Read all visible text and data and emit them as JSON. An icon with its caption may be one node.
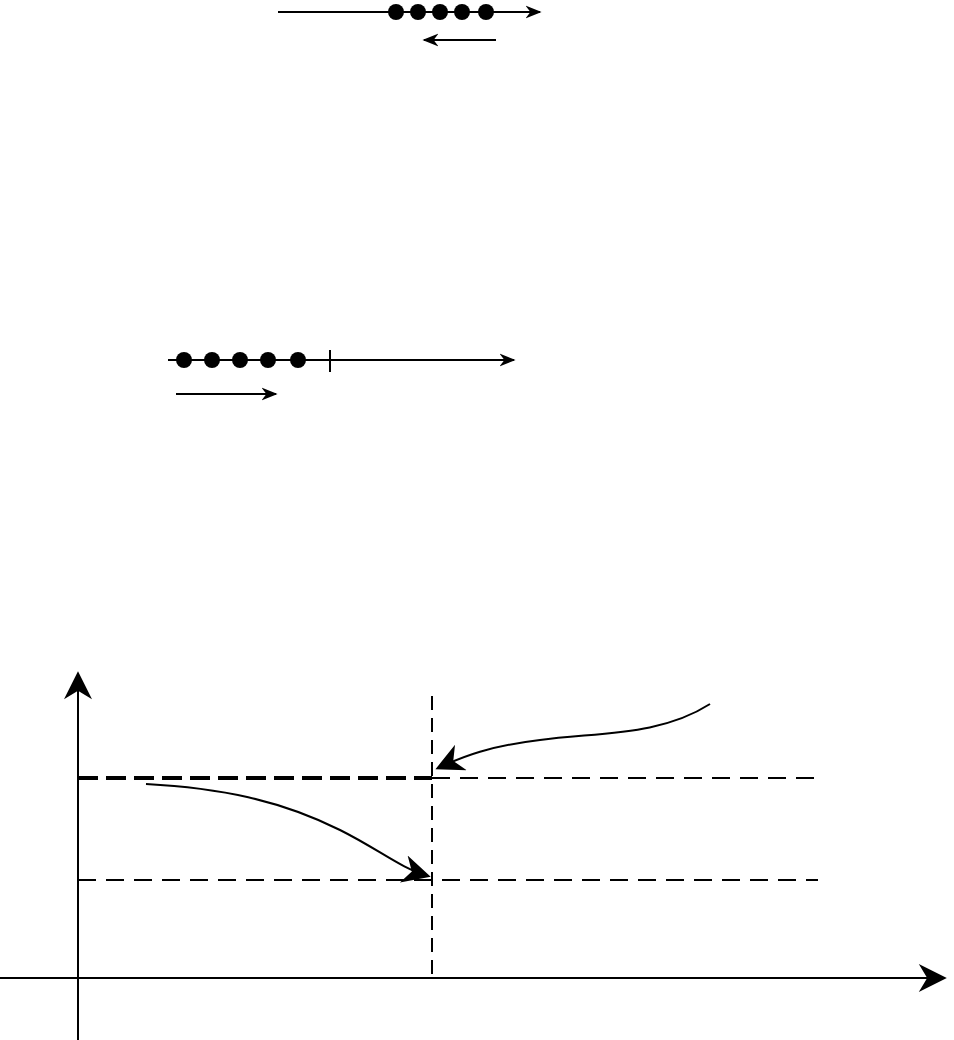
{
  "diagram": {
    "nodes": [
      {
        "text": [],
        "shape": "circle"
      },
      {
        "text": [],
        "shape": "circle"
      },
      {
        "text": [],
        "shape": "circle"
      },
      {
        "text": [],
        "shape": "circle"
      },
      {
        "text": [],
        "shape": "circle"
      },
      {
        "text": [],
        "shape": "circle"
      },
      {
        "text": [],
        "shape": "circle"
      },
      {
        "text": [],
        "shape": "circle"
      },
      {
        "text": [],
        "shape": "circle"
      },
      {
        "text": [],
        "shape": "circle"
      }
    ]
  }
}
